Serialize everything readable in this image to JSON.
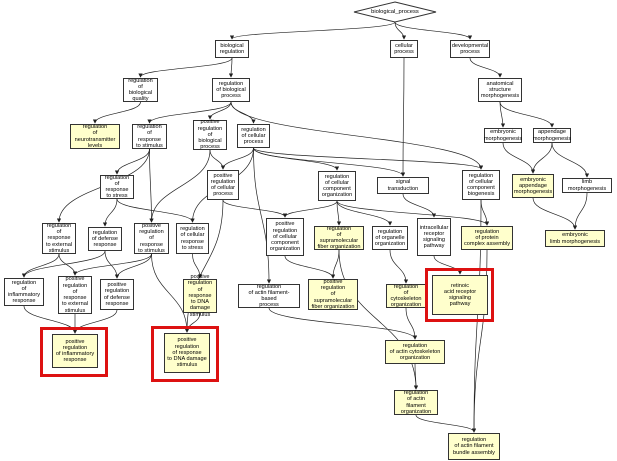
{
  "colors": {
    "highlight_fill": "#ffffcc",
    "highlight_border": "#dd1111",
    "edge": "#222222"
  },
  "nodes": {
    "bp": "biological_process",
    "biological_regulation": "biological\nregulation",
    "cellular_process": "cellular\nprocess",
    "developmental_process": "developmental\nprocess",
    "regulation_of_biological_quality": "regulation\nof biological\nquality",
    "regulation_of_biological_process": "regulation\nof biological\nprocess",
    "anatomical_structure_morphogenesis": "anatomical\nstructure\nmorphogenesis",
    "regulation_of_neurotransmitter_levels": "regulation\nof neurotransmitter\nlevels",
    "regulation_of_response_to_stimulus": "regulation\nof response\nto stimulus",
    "positive_regulation_of_biological_process": "positive\nregulation\nof biological\nprocess",
    "regulation_of_cellular_process": "regulation\nof cellular\nprocess",
    "embryonic_morphogenesis": "embryonic\nmorphogenesis",
    "appendage_morphogenesis": "appendage\nmorphogenesis",
    "regulation_of_response_to_stress": "regulation\nof response\nto stress",
    "positive_regulation_of_cellular_process": "positive\nregulation\nof cellular\nprocess",
    "regulation_of_cellular_component_organization": "regulation\nof cellular\ncomponent\norganization",
    "signal_transduction": "signal transduction",
    "regulation_of_cellular_component_biogenesis": "regulation\nof cellular\ncomponent\nbiogenesis",
    "embryonic_appendage_morphogenesis": "embryonic\nappendage\nmorphogenesis",
    "limb_morphogenesis": "limb morphogenesis",
    "regulation_of_response_to_external_stimulus": "regulation\nof response\nto external\nstimulus",
    "regulation_of_defense_response": "regulation\nof defense\nresponse",
    "positive_regulation_of_response_to_stimulus": "positive\nregulation\nof response\nto stimulus",
    "regulation_of_cellular_response_to_stress": "regulation\nof cellular\nresponse\nto stress",
    "positive_regulation_of_cellular_component_organization": "positive\nregulation\nof cellular\ncomponent\norganization",
    "regulation_of_supramolecular_fiber_organization": "regulation\nof supramolecular\nfiber organization",
    "regulation_of_organelle_organization": "regulation\nof organelle\norganization",
    "intracellular_receptor_signaling_pathway": "intracellular\nreceptor\nsignaling\npathway",
    "regulation_of_protein_complex_assembly": "regulation\nof protein\ncomplex assembly",
    "embryonic_limb_morphogenesis": "embryonic\nlimb morphogenesis",
    "regulation_of_inflammatory_response": "regulation\nof inflammatory\nresponse",
    "positive_regulation_of_response_to_external_stimulus": "positive\nregulation\nof response\nto external\nstimulus",
    "positive_regulation_of_defense_response": "positive\nregulation\nof defense\nresponse",
    "positive_regulation_of_response_to_DNA_damage_stimulus_top": "positive\nregulation\nof response\nto DNA damage\nstimulus",
    "regulation_of_actin_filament_based_process": "regulation\nof actin filament-based\nprocess",
    "positive_regulation_of_supramolecular_fiber_organization": "positive\nregulation\nof supramolecular\nfiber organization",
    "regulation_of_cytoskeleton_organization": "regulation\nof cytoskeleton\norganization",
    "retinoic_acid_receptor_signaling_pathway": "retinoic\nacid receptor\nsignaling\npathway",
    "positive_regulation_of_inflammatory_response": "positive\nregulation\nof inflammatory\nresponse",
    "positive_regulation_of_response_to_DNA_damage_stimulus": "positive\nregulation\nof response\nto DNA damage\nstimulus",
    "regulation_of_actin_cytoskeleton_organization": "regulation\nof actin cytoskeleton\norganization",
    "regulation_of_actin_filament_organization": "regulation\nof actin filament\norganization",
    "regulation_of_actin_filament_bundle_assembly": "regulation\nof actin filament\nbundle assembly"
  },
  "edges": [
    [
      "bp",
      "biological_regulation"
    ],
    [
      "bp",
      "cellular_process"
    ],
    [
      "bp",
      "developmental_process"
    ],
    [
      "biological_regulation",
      "regulation_of_biological_quality"
    ],
    [
      "biological_regulation",
      "regulation_of_biological_process"
    ],
    [
      "developmental_process",
      "anatomical_structure_morphogenesis"
    ],
    [
      "regulation_of_biological_quality",
      "regulation_of_neurotransmitter_levels"
    ],
    [
      "regulation_of_biological_process",
      "regulation_of_response_to_stimulus"
    ],
    [
      "regulation_of_biological_process",
      "positive_regulation_of_biological_process"
    ],
    [
      "regulation_of_biological_process",
      "regulation_of_cellular_process"
    ],
    [
      "regulation_of_biological_process",
      "regulation_of_cellular_component_biogenesis"
    ],
    [
      "cellular_process",
      "signal_transduction"
    ],
    [
      "anatomical_structure_morphogenesis",
      "embryonic_morphogenesis"
    ],
    [
      "anatomical_structure_morphogenesis",
      "appendage_morphogenesis"
    ],
    [
      "regulation_of_response_to_stimulus",
      "regulation_of_response_to_stress"
    ],
    [
      "regulation_of_response_to_stimulus",
      "regulation_of_response_to_external_stimulus"
    ],
    [
      "regulation_of_response_to_stimulus",
      "positive_regulation_of_response_to_stimulus"
    ],
    [
      "positive_regulation_of_biological_process",
      "positive_regulation_of_cellular_process"
    ],
    [
      "positive_regulation_of_biological_process",
      "positive_regulation_of_response_to_stimulus"
    ],
    [
      "regulation_of_cellular_process",
      "positive_regulation_of_cellular_process"
    ],
    [
      "regulation_of_cellular_process",
      "regulation_of_cellular_component_organization"
    ],
    [
      "regulation_of_cellular_process",
      "signal_transduction"
    ],
    [
      "regulation_of_cellular_process",
      "regulation_of_cellular_component_biogenesis"
    ],
    [
      "regulation_of_cellular_process",
      "regulation_of_actin_filament_based_process"
    ],
    [
      "regulation_of_cellular_process",
      "regulation_of_cellular_response_to_stress"
    ],
    [
      "embryonic_morphogenesis",
      "embryonic_appendage_morphogenesis"
    ],
    [
      "appendage_morphogenesis",
      "embryonic_appendage_morphogenesis"
    ],
    [
      "appendage_morphogenesis",
      "limb_morphogenesis"
    ],
    [
      "regulation_of_response_to_stress",
      "regulation_of_defense_response"
    ],
    [
      "regulation_of_response_to_stress",
      "regulation_of_cellular_response_to_stress"
    ],
    [
      "positive_regulation_of_cellular_process",
      "positive_regulation_of_cellular_component_organization"
    ],
    [
      "positive_regulation_of_cellular_process",
      "positive_regulation_of_response_to_DNA_damage_stimulus"
    ],
    [
      "regulation_of_cellular_component_organization",
      "positive_regulation_of_cellular_component_organization"
    ],
    [
      "regulation_of_cellular_component_organization",
      "regulation_of_supramolecular_fiber_organization"
    ],
    [
      "regulation_of_cellular_component_organization",
      "regulation_of_organelle_organization"
    ],
    [
      "regulation_of_cellular_component_organization",
      "regulation_of_protein_complex_assembly"
    ],
    [
      "signal_transduction",
      "intracellular_receptor_signaling_pathway"
    ],
    [
      "regulation_of_cellular_component_biogenesis",
      "regulation_of_protein_complex_assembly"
    ],
    [
      "regulation_of_cellular_component_biogenesis",
      "regulation_of_actin_filament_bundle_assembly"
    ],
    [
      "embryonic_appendage_morphogenesis",
      "embryonic_limb_morphogenesis"
    ],
    [
      "limb_morphogenesis",
      "embryonic_limb_morphogenesis"
    ],
    [
      "regulation_of_response_to_external_stimulus",
      "regulation_of_inflammatory_response"
    ],
    [
      "regulation_of_response_to_external_stimulus",
      "positive_regulation_of_response_to_external_stimulus"
    ],
    [
      "regulation_of_defense_response",
      "regulation_of_inflammatory_response"
    ],
    [
      "regulation_of_defense_response",
      "positive_regulation_of_defense_response"
    ],
    [
      "positive_regulation_of_response_to_stimulus",
      "positive_regulation_of_response_to_external_stimulus"
    ],
    [
      "positive_regulation_of_response_to_stimulus",
      "positive_regulation_of_defense_response"
    ],
    [
      "positive_regulation_of_response_to_stimulus",
      "positive_regulation_of_response_to_DNA_damage_stimulus"
    ],
    [
      "regulation_of_cellular_response_to_stress",
      "positive_regulation_of_response_to_DNA_damage_stimulus_top"
    ],
    [
      "positive_regulation_of_cellular_component_organization",
      "positive_regulation_of_supramolecular_fiber_organization"
    ],
    [
      "regulation_of_supramolecular_fiber_organization",
      "positive_regulation_of_supramolecular_fiber_organization"
    ],
    [
      "regulation_of_supramolecular_fiber_organization",
      "regulation_of_actin_filament_organization"
    ],
    [
      "regulation_of_organelle_organization",
      "regulation_of_cytoskeleton_organization"
    ],
    [
      "intracellular_receptor_signaling_pathway",
      "retinoic_acid_receptor_signaling_pathway"
    ],
    [
      "regulation_of_protein_complex_assembly",
      "regulation_of_actin_filament_bundle_assembly"
    ],
    [
      "regulation_of_inflammatory_response",
      "positive_regulation_of_inflammatory_response"
    ],
    [
      "positive_regulation_of_defense_response",
      "positive_regulation_of_inflammatory_response"
    ],
    [
      "positive_regulation_of_response_to_external_stimulus",
      "positive_regulation_of_inflammatory_response"
    ],
    [
      "positive_regulation_of_response_to_DNA_damage_stimulus_top",
      "positive_regulation_of_response_to_DNA_damage_stimulus"
    ],
    [
      "regulation_of_actin_filament_based_process",
      "regulation_of_actin_cytoskeleton_organization"
    ],
    [
      "regulation_of_cytoskeleton_organization",
      "regulation_of_actin_cytoskeleton_organization"
    ],
    [
      "regulation_of_actin_cytoskeleton_organization",
      "regulation_of_actin_filament_organization"
    ],
    [
      "regulation_of_actin_filament_organization",
      "regulation_of_actin_filament_bundle_assembly"
    ]
  ]
}
